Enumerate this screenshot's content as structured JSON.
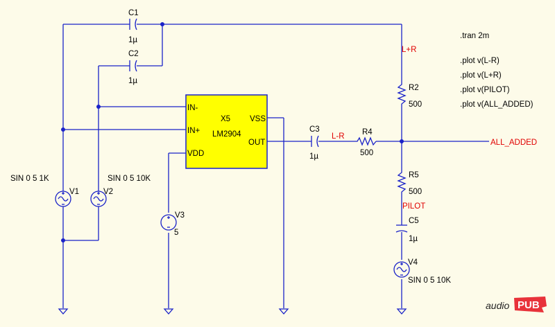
{
  "commands": {
    "tran": ".tran 2m",
    "plot1": ".plot v(L-R)",
    "plot2": ".plot v(L+R)",
    "plot3": ".plot v(PILOT)",
    "plot4": ".plot v(ALL_ADDED)"
  },
  "opamp": {
    "ref": "X5",
    "model": "LM2904",
    "pin_in_minus": "IN-",
    "pin_in_plus": "IN+",
    "pin_vss": "VSS",
    "pin_out": "OUT",
    "pin_vdd": "VDD",
    "fill": "#ffff00"
  },
  "components": {
    "c1": {
      "ref": "C1",
      "value": "1µ"
    },
    "c2": {
      "ref": "C2",
      "value": "1µ"
    },
    "c3": {
      "ref": "C3",
      "value": "1µ"
    },
    "c5": {
      "ref": "C5",
      "value": "1µ"
    },
    "r2": {
      "ref": "R2",
      "value": "500"
    },
    "r4": {
      "ref": "R4",
      "value": "500"
    },
    "r5": {
      "ref": "R5",
      "value": "500"
    },
    "v1": {
      "ref": "V1",
      "value": "SIN 0 5 1K"
    },
    "v2": {
      "ref": "V2",
      "value": "SIN 0 5 10K"
    },
    "v3": {
      "ref": "V3",
      "value": "5"
    },
    "v4": {
      "ref": "V4",
      "value": "SIN 0 5 10K"
    }
  },
  "nets": {
    "lpr": "L+R",
    "lmr": "L-R",
    "pilot": "PILOT",
    "all_added": "ALL_ADDED"
  },
  "logo": {
    "left": "audio",
    "right": "PUB"
  },
  "colors": {
    "wire": "#1a22c8",
    "net_label": "#e00000",
    "background": "#fdfbe9",
    "logo_red": "#e8323a"
  }
}
